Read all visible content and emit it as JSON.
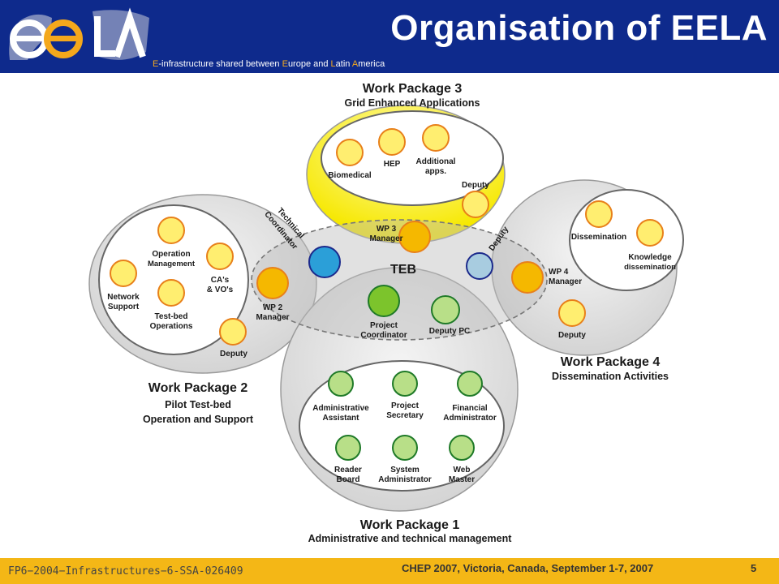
{
  "header": {
    "title": "Organisation of EELA",
    "tagline": {
      "p1": "E",
      "p2": "-infrastructure shared between ",
      "p3": "E",
      "p4": "urope and ",
      "p5": "L",
      "p6": "atin ",
      "p7": "A",
      "p8": "merica"
    },
    "logo_text": "ee LA"
  },
  "footer": {
    "left": "FP6−2004−Infrastructures−6-SSA-026409",
    "right": "CHEP 2007, Victoria, Canada, September 1-7, 2007",
    "page": "5"
  },
  "colors": {
    "header_bg": "#0e2a8c",
    "footer_bg": "#f4b716",
    "yellow_node": "#ffee70",
    "orange_node": "#f5b800",
    "dark_green_node": "#7cc42c",
    "light_green_node": "#b8df88",
    "blue_node": "#2b9fd8",
    "light_blue_node": "#a8cce0"
  },
  "wp3": {
    "title": "Work Package 3",
    "subtitle": "Grid Enhanced Applications",
    "nodes": [
      "Biomedical",
      "HEP",
      "Additional",
      "apps.",
      "Deputy"
    ],
    "manager": [
      "WP 3",
      "Manager"
    ]
  },
  "wp2": {
    "title": "Work Package 2",
    "subtitle1": "Pilot Test-bed",
    "subtitle2": "Operation and Support",
    "operation": [
      "Operation",
      "Management"
    ],
    "cas": [
      "CA's",
      "& VO's"
    ],
    "network": [
      "Network",
      "Support"
    ],
    "testbed": [
      "Test-bed",
      "Operations"
    ],
    "deputy": "Deputy",
    "manager": [
      "WP 2",
      "Manager"
    ]
  },
  "wp4": {
    "title": "Work Package 4",
    "subtitle": "Dissemination Activities",
    "dissemination": "Dissemination",
    "knowledge": [
      "Knowledge",
      "dissemination"
    ],
    "manager": [
      "WP 4",
      "Manager"
    ],
    "deputy": "Deputy"
  },
  "teb": {
    "label": "TEB",
    "technical": [
      "Technical",
      "Coordinator"
    ],
    "deputy": "Deputy",
    "project": [
      "Project",
      "Coordinator"
    ],
    "deputy_pc": "Deputy PC"
  },
  "wp1": {
    "title": "Work Package 1",
    "subtitle": "Administrative and technical management",
    "admin": [
      "Administrative",
      "Assistant"
    ],
    "secretary": [
      "Project",
      "Secretary"
    ],
    "financial": [
      "Financial",
      "Administrator"
    ],
    "reader": [
      "Reader",
      "Board"
    ],
    "sysadmin": [
      "System",
      "Administrator"
    ],
    "webmaster": [
      "Web",
      "Master"
    ]
  }
}
